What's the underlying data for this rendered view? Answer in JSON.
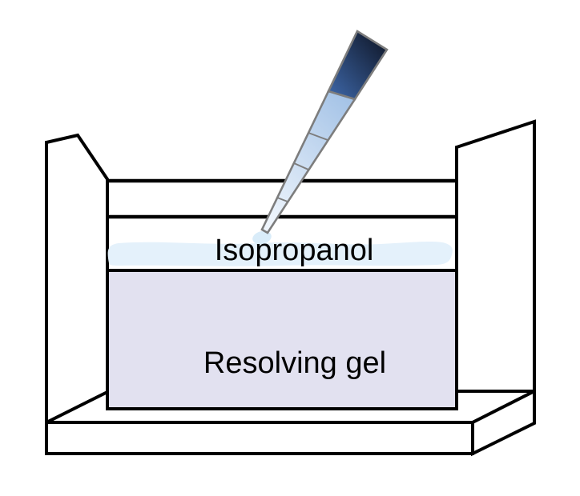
{
  "diagram": {
    "type": "scientific-illustration",
    "subject": "gel-casting-apparatus-with-pipette",
    "labels": {
      "liquid_layer": "Isopropanol",
      "gel_layer": "Resolving gel"
    },
    "colors": {
      "background": "#ffffff",
      "line_black": "#000000",
      "apparatus_fill": "#ffffff",
      "resolving_gel": "#e2e1f0",
      "isopropanol": "#e4f1fb",
      "droplet": "#d9ecf9",
      "pipette_outline": "#7d7d7d",
      "pipette_dark_top": "#0d1322",
      "pipette_dark_bottom": "#3e68aa",
      "pipette_light_top": "#a6c4e7",
      "pipette_light_bottom": "#eff5fc"
    }
  }
}
